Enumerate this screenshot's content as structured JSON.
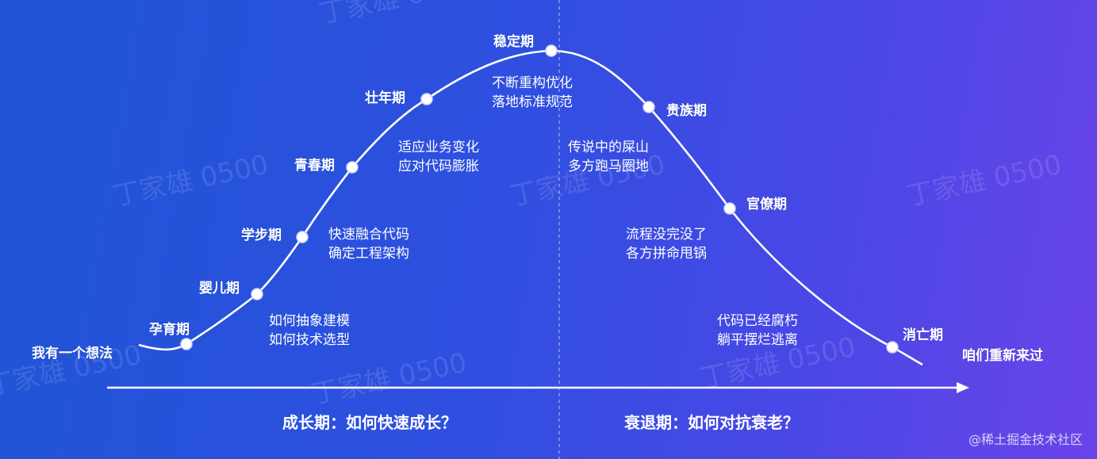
{
  "stages": [
    {
      "name": "我有一个想法"
    },
    {
      "name": "孕育期"
    },
    {
      "name": "婴儿期"
    },
    {
      "name": "学步期"
    },
    {
      "name": "青春期"
    },
    {
      "name": "壮年期"
    },
    {
      "name": "稳定期"
    },
    {
      "name": "贵族期"
    },
    {
      "name": "官僚期"
    },
    {
      "name": "消亡期"
    },
    {
      "name": "咱们重新来过"
    }
  ],
  "descriptions": [
    {
      "lines": [
        "如何抽象建模",
        "如何技术选型"
      ]
    },
    {
      "lines": [
        "快速融合代码",
        "确定工程架构"
      ]
    },
    {
      "lines": [
        "适应业务变化",
        "应对代码膨胀"
      ]
    },
    {
      "lines": [
        "不断重构优化",
        "落地标准规范"
      ]
    },
    {
      "lines": [
        "传说中的屎山",
        "多方跑马圈地"
      ]
    },
    {
      "lines": [
        "流程没完没了",
        "各方拼命甩锅"
      ]
    },
    {
      "lines": [
        "代码已经腐朽",
        "躺平摆烂逃离"
      ]
    }
  ],
  "phases": {
    "growth": "成长期：如何快速成长？",
    "decline": "衰退期：如何对抗衰老？"
  },
  "watermark": "丁家雄 0500",
  "credit": "@稀土掘金技术社区"
}
